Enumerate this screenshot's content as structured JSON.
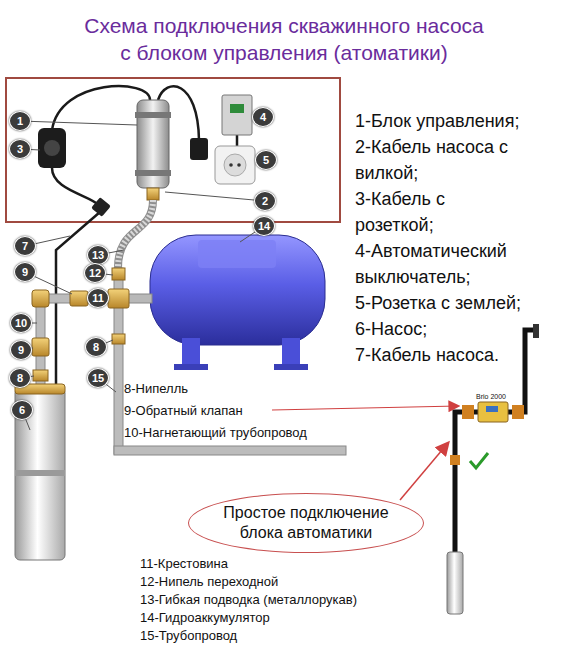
{
  "diagram": {
    "title": "Схема подключения скважинного насоса с блоком управления (атоматики)",
    "nodes": [
      {
        "text": [
          "1"
        ]
      },
      {
        "text": [
          "4"
        ]
      },
      {
        "text": [
          "3"
        ]
      },
      {
        "text": [
          "5"
        ]
      },
      {
        "text": [
          "2"
        ]
      },
      {
        "text": [
          "14"
        ]
      },
      {
        "text": [
          "7"
        ]
      },
      {
        "text": [
          "13"
        ]
      },
      {
        "text": [
          "9"
        ]
      },
      {
        "text": [
          "12"
        ]
      },
      {
        "text": [
          "11"
        ]
      },
      {
        "text": [
          "10"
        ]
      },
      {
        "text": [
          "8"
        ]
      },
      {
        "text": [
          "9"
        ]
      },
      {
        "text": [
          "8"
        ]
      },
      {
        "text": [
          "15"
        ]
      },
      {
        "text": [
          "6"
        ]
      },
      {
        "text": [
          "Простое подключение блока автоматики"
        ]
      }
    ],
    "labels": [
      "1-Блок управления;",
      "2-Кабель насоса с вилкой;",
      "3-Кабель с розеткой;",
      "4-Автоматический выключатель;",
      "5-Розетка с землей;",
      "6-Насос;",
      "7-Кабель насоса.",
      "Brio 2000",
      "8-Нипелль",
      "9-Обратный клапан",
      "10-Нагнетающий трубопровод",
      "11-Крестовина",
      "12-Нипель переходной",
      "13-Гибкая подводка (металлорукав)",
      "14-Гидроаккумулятор",
      "15-Трубопровод"
    ]
  }
}
